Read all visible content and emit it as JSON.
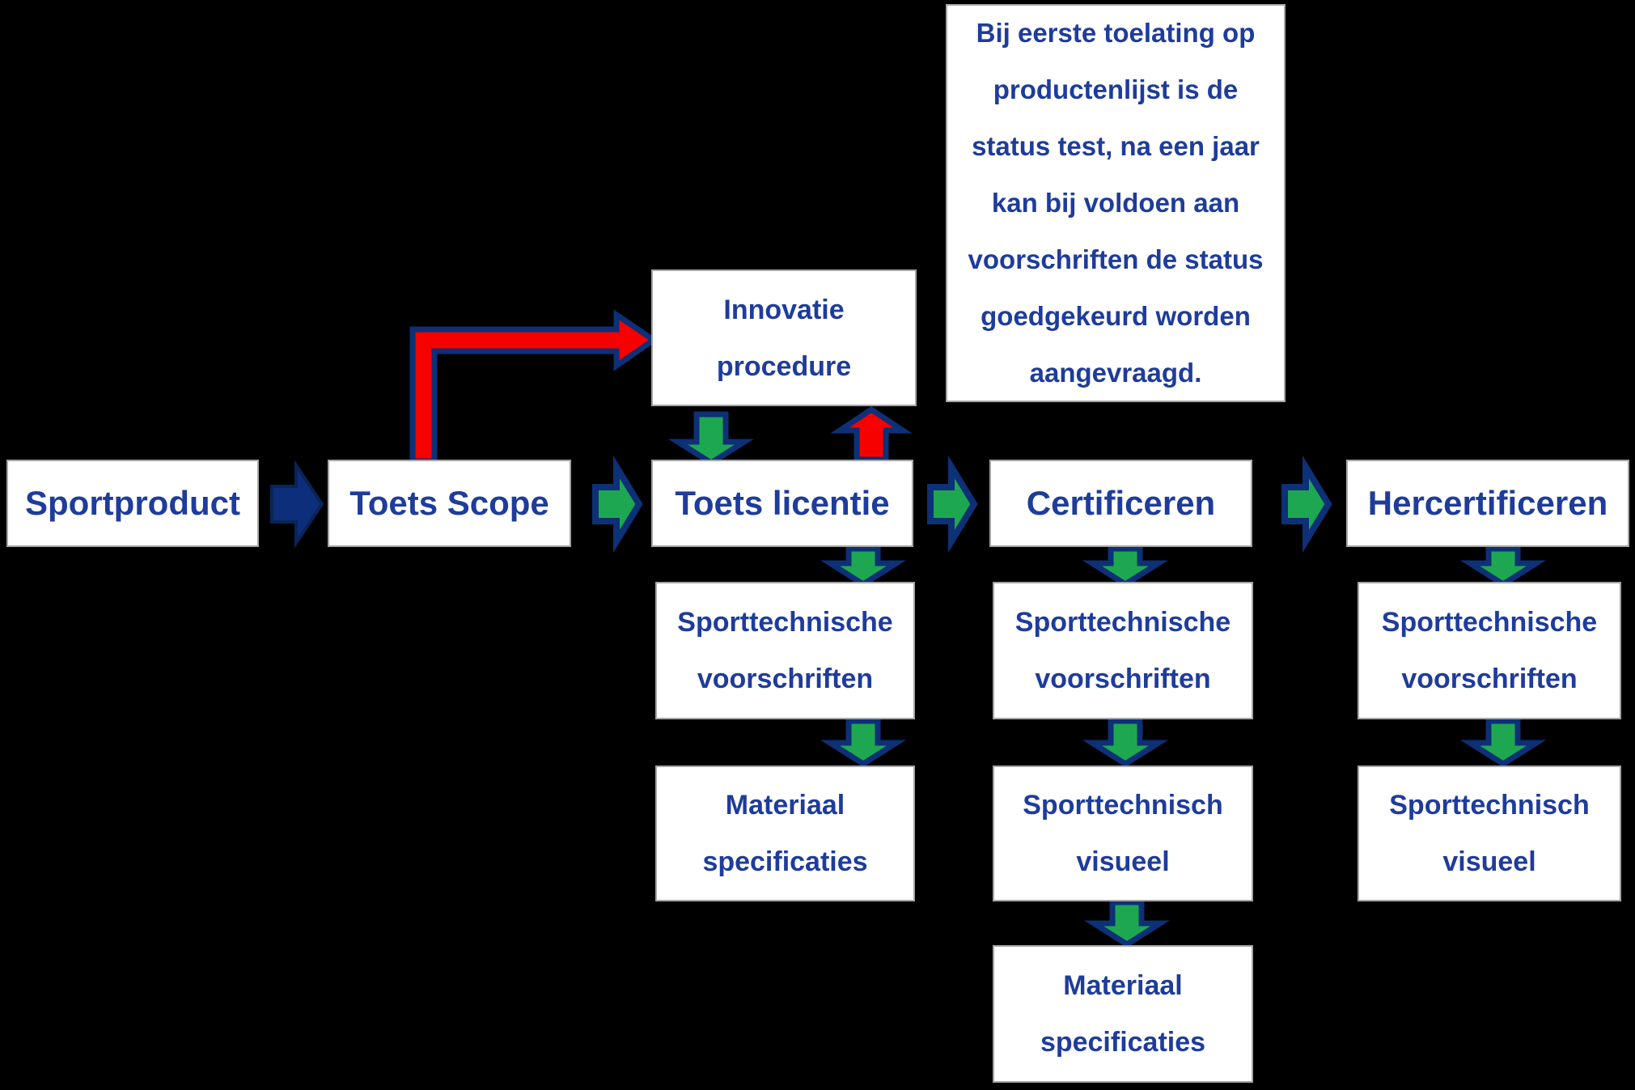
{
  "colors": {
    "background": "#000000",
    "box_fill": "#FFFFFF",
    "box_border": "#A6A6A6",
    "text_blue": "#1E3C9B",
    "arrow_green": "#1EA751",
    "arrow_outline": "#0D3076",
    "arrow_blue_fill": "#0D2F7B",
    "arrow_blue_outline": "#0A2458",
    "arrow_red": "#F60000"
  },
  "main_flow": {
    "sportproduct": {
      "label": "Sportproduct"
    },
    "toets_scope": {
      "label": "Toets Scope"
    },
    "toets_licentie": {
      "label": "Toets licentie"
    },
    "certificeren": {
      "label": "Certificeren"
    },
    "hercertificeren": {
      "label": "Hercertificeren"
    }
  },
  "innovatie": {
    "line1": "Innovatie",
    "line2": "procedure"
  },
  "note": {
    "lines": [
      "Bij eerste toelating op",
      "productenlijst is de",
      "status test, na een jaar",
      "kan bij voldoen aan",
      "voorschriften de status",
      "goedgekeurd worden",
      "aangevraagd."
    ]
  },
  "toets_licentie_column": {
    "row1": {
      "line1": "Sporttechnische",
      "line2": "voorschriften"
    },
    "row2": {
      "line1": "Materiaal",
      "line2": "specificaties"
    }
  },
  "certificeren_column": {
    "row1": {
      "line1": "Sporttechnische",
      "line2": "voorschriften"
    },
    "row2": {
      "line1": "Sporttechnisch",
      "line2": "visueel"
    },
    "row3": {
      "line1": "Materiaal",
      "line2": "specificaties"
    }
  },
  "hercertificeren_column": {
    "row1": {
      "line1": "Sporttechnische",
      "line2": "voorschriften"
    },
    "row2": {
      "line1": "Sporttechnisch",
      "line2": "visueel"
    }
  }
}
